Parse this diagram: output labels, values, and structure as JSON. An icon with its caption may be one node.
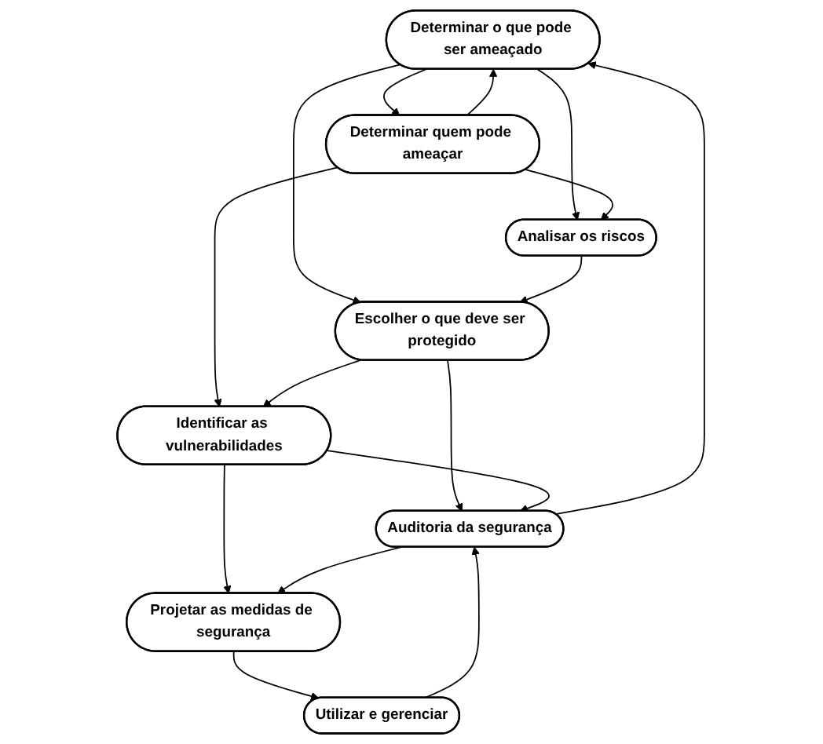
{
  "diagram": {
    "nodes": [
      {
        "text": [
          "Determinar o que pode ser ameaçado"
        ]
      },
      {
        "text": [
          "Determinar quem pode ameaçar"
        ]
      },
      {
        "text": [
          "Analisar os riscos"
        ]
      },
      {
        "text": [
          "Escolher o que deve ser protegido"
        ]
      },
      {
        "text": [
          "Auditoria da segurança"
        ]
      },
      {
        "text": [
          "Identificar as vulnerabilidades"
        ]
      },
      {
        "text": [
          "Projetar as medidas de segurança"
        ]
      },
      {
        "text": [
          "Utilizar e gerenciar"
        ]
      }
    ],
    "edges": [
      {
        "from": 0,
        "to": 1,
        "arrow": "to"
      },
      {
        "from": 1,
        "to": 0,
        "arrow": "to"
      },
      {
        "from": 0,
        "to": 2,
        "arrow": "to"
      },
      {
        "from": 1,
        "to": 2,
        "arrow": "to"
      },
      {
        "from": 0,
        "to": 3,
        "arrow": "to"
      },
      {
        "from": 2,
        "to": 3,
        "arrow": "to"
      },
      {
        "from": 1,
        "to": 5,
        "arrow": "to"
      },
      {
        "from": 3,
        "to": 4,
        "arrow": "to"
      },
      {
        "from": 3,
        "to": 5,
        "arrow": "to"
      },
      {
        "from": 5,
        "to": 4,
        "arrow": "to"
      },
      {
        "from": 4,
        "to": 0,
        "arrow": "to"
      },
      {
        "from": 5,
        "to": 6,
        "arrow": "to"
      },
      {
        "from": 4,
        "to": 6,
        "arrow": "to"
      },
      {
        "from": 6,
        "to": 7,
        "arrow": "to"
      },
      {
        "from": 7,
        "to": 4,
        "arrow": "to"
      }
    ]
  }
}
